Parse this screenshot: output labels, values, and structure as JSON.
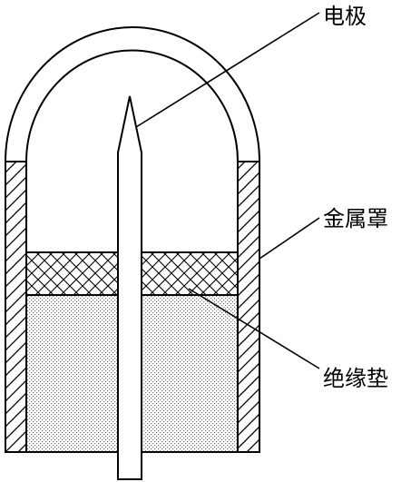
{
  "labels": {
    "electrode": "电极",
    "metal_cover": "金属罩",
    "insulating_pad": "绝缘垫"
  },
  "colors": {
    "line": "#000000",
    "background": "#ffffff",
    "stipple": "#888888"
  }
}
